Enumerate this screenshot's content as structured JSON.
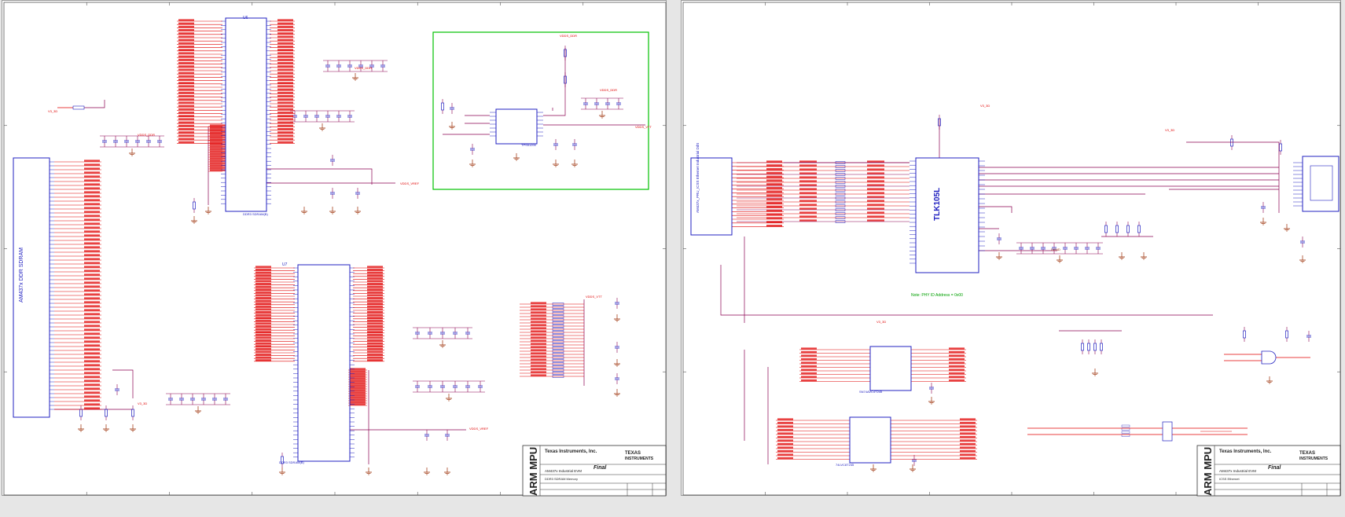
{
  "left": {
    "ddr_title": "AM437x DDR SDRAM",
    "ram_name": "U6",
    "ram_part": "DDR3 SDRAM(B)",
    "ram2_name": "U7",
    "ram2_part": "DDR3 SDRAM(B)",
    "vtt_part": "TPS51200",
    "net_vdds_ddr": "VDDS_DDR",
    "net_vtt": "VDDS_VTT",
    "net_vref": "VDDS_VREF",
    "net_dgnd": "DGND",
    "net_v3_3d": "V3_3D",
    "tb_company": "Texas Instruments, Inc.",
    "tb_logo_line1": "TEXAS",
    "tb_logo_line2": "INSTRUMENTS",
    "tb_status": "Final",
    "tb_vertical": "ARM MPU",
    "tb_project": "AM437x Industrial EVM",
    "tb_sheet": "DDR3 SDRAM Memory"
  },
  "right": {
    "phy_part": "TLK105L",
    "eth_title": "AM437x_PRU_ICSS Ethernet Industrial DdS",
    "note": "Note: PHY ID Address = 0x00",
    "buf1": "SN74AVC4T245",
    "buf2": "74LVC8T245",
    "net_v3_3d": "V3_3D",
    "net_dgnd": "DGND",
    "tb_company": "Texas Instruments, Inc.",
    "tb_logo_line1": "TEXAS",
    "tb_logo_line2": "INSTRUMENTS",
    "tb_status": "Final",
    "tb_vertical": "ARM MPU",
    "tb_project": "AM437x Industrial EVM",
    "tb_sheet": "ICSS Ethernet"
  },
  "colors": {
    "net": "#e00000",
    "component": "#2020c0",
    "wire": "#8a0050",
    "gnd": "#9a2a00",
    "highlight": "#00c000",
    "frame": "#555555"
  }
}
